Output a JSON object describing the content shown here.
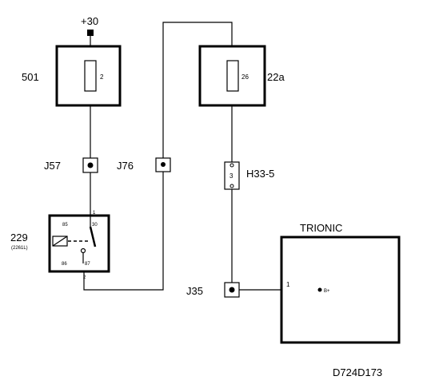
{
  "diagram": {
    "supply": {
      "label": "+30"
    },
    "fuse_501": {
      "label": "501",
      "pin": "2"
    },
    "fuse_22a": {
      "label": "22a",
      "pin": "26"
    },
    "connector_j57": {
      "label": "J57"
    },
    "connector_j76": {
      "label": "J76"
    },
    "connector_h33": {
      "label": "H33-5",
      "pin": "3"
    },
    "connector_j35": {
      "label": "J35"
    },
    "relay_229": {
      "label": "229",
      "sublabel": "(2261L)",
      "pin_85": "85",
      "pin_30": "30",
      "pin_86": "86",
      "pin_87": "87",
      "wire_pin_1": "1",
      "wire_pin_2": "2"
    },
    "ecu": {
      "title": "TRIONIC",
      "pin": "1",
      "terminal": "B+"
    },
    "drawing_id": "D724D173"
  }
}
